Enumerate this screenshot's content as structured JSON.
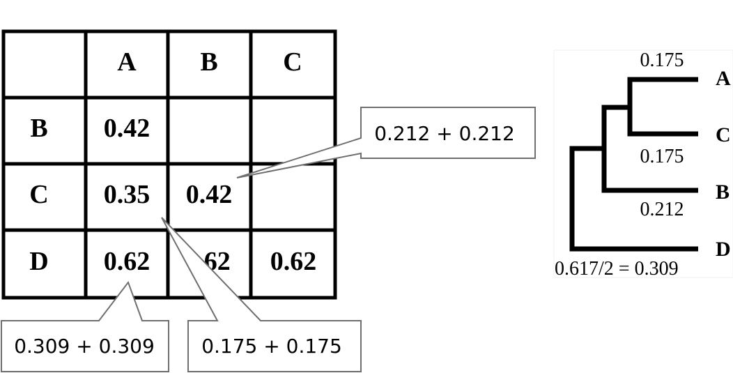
{
  "matrix": {
    "column_headers": [
      "",
      "A",
      "B",
      "C"
    ],
    "rows": [
      {
        "label": "B",
        "cells": [
          "0.42",
          "",
          ""
        ]
      },
      {
        "label": "C",
        "cells": [
          "0.35",
          "0.42",
          ""
        ]
      },
      {
        "label": "D",
        "cells": [
          "0.62",
          ".62",
          "0.62"
        ]
      }
    ]
  },
  "callouts": {
    "bc": "0.212 + 0.212",
    "ad": "0.309 + 0.309",
    "ac": "0.175 + 0.175"
  },
  "tree": {
    "leaves": [
      "A",
      "C",
      "B",
      "D"
    ],
    "branch_labels": {
      "a": "0.175",
      "c": "0.175",
      "b": "0.212",
      "d": "0.617/2 = 0.309"
    }
  }
}
